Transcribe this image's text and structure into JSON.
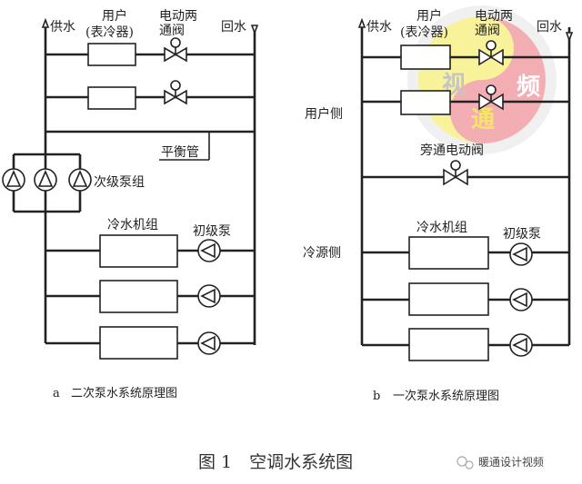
{
  "figure_a": {
    "supply": "供水",
    "return": "回水",
    "user": "用户",
    "user_sub": "(表冷器)",
    "valve_line1": "电动两",
    "valve_line2": "通阀",
    "balance_pipe": "平衡管",
    "secondary_pumps": "次级泵组",
    "chiller": "冷水机组",
    "primary_pump": "初级泵",
    "caption_letter": "a",
    "caption": "二次泵水系统原理图"
  },
  "figure_b": {
    "supply": "供水",
    "return": "回水",
    "user": "用户",
    "user_sub": "(表冷器)",
    "valve_line1": "电动两",
    "valve_line2": "通阀",
    "user_side": "用户侧",
    "bypass_valve": "旁通电动阀",
    "source_side": "冷源侧",
    "chiller": "冷水机组",
    "primary_pump": "初级泵",
    "caption_letter": "b",
    "caption": "一次泵水系统原理图"
  },
  "figure_title": "图 1　空调水系统图",
  "watermark": {
    "chars": [
      "视",
      "频",
      "通"
    ],
    "account": "暖通设计视频",
    "colors": {
      "yellow": "#f7f08a",
      "red": "#f2a0a8"
    }
  }
}
